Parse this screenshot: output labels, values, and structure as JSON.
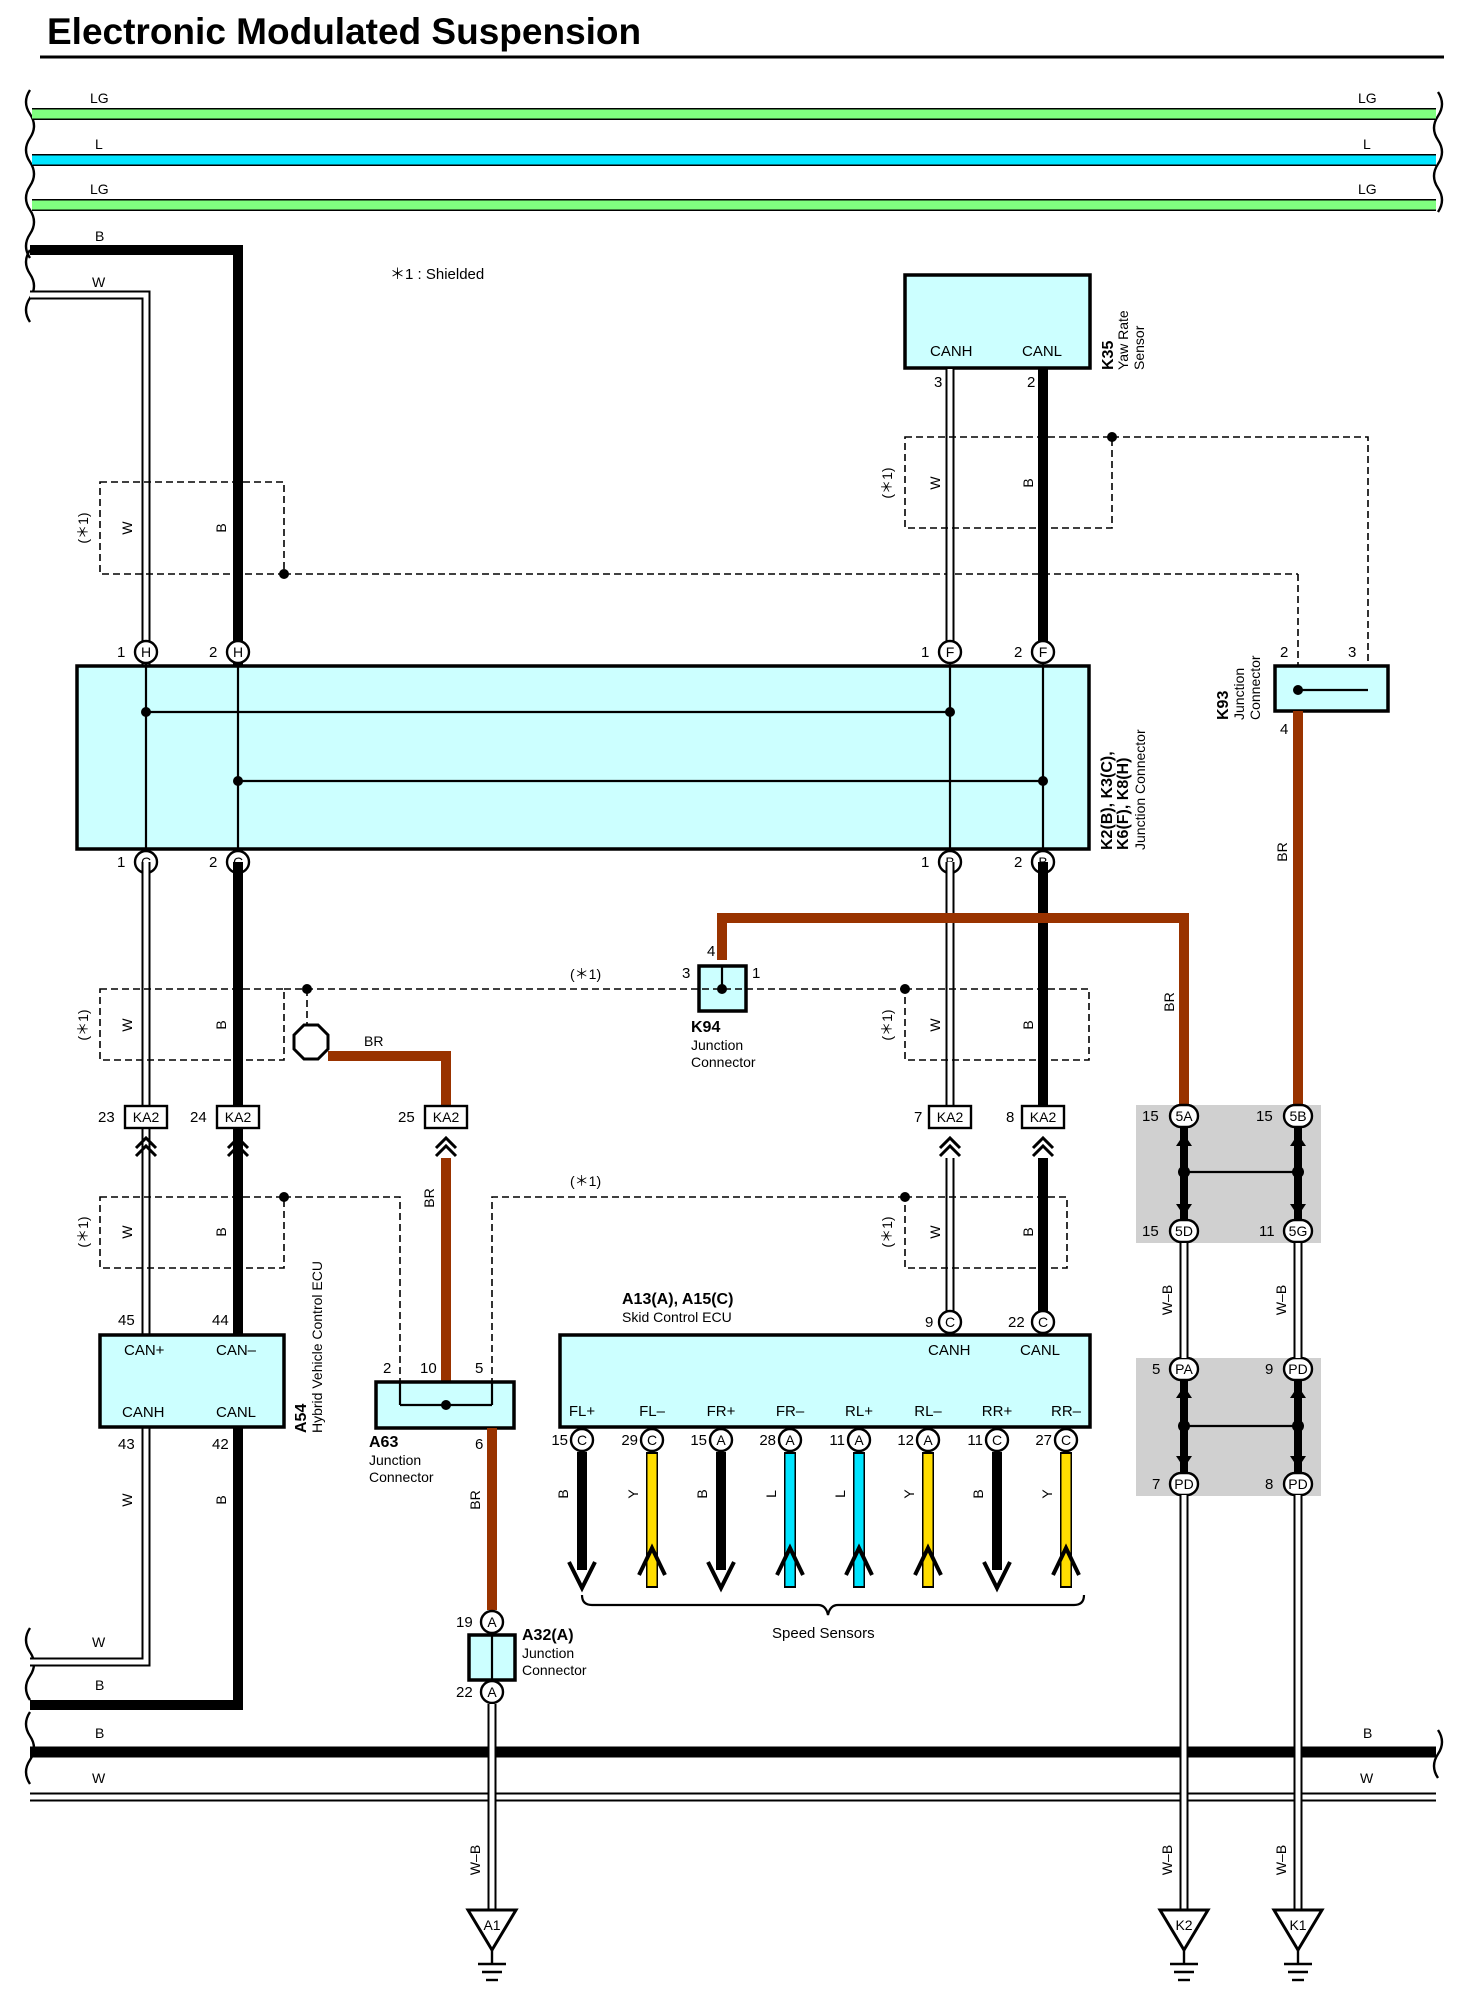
{
  "title": "Electronic Modulated Suspension",
  "legend_note": "＊1 : Shielded",
  "shield_label": "(＊1)",
  "colors": {
    "LG": "#80ff80",
    "L": "#00e5ff",
    "B": "#000000",
    "W": "#ffffff",
    "BR": "#993300",
    "Y": "#ffdd00",
    "box": "#ccffff"
  },
  "bus": {
    "lg": "LG",
    "l": "L",
    "b": "B",
    "w": "W"
  },
  "wires": {
    "w": "W",
    "b": "B",
    "br": "BR",
    "wb": "W–B",
    "y": "Y",
    "l": "L"
  },
  "k35": {
    "id": "K35",
    "name_1": "Yaw Rate",
    "name_2": "Sensor",
    "pin_canh": "CANH",
    "pin_canl": "CANL",
    "pin3": "3",
    "pin2": "2"
  },
  "junction_main": {
    "id_1": "K2(B), K3(C),",
    "id_2": "K6(F), K8(H)",
    "name": "Junction Connector",
    "top_pins": [
      {
        "n": "1",
        "c": "H"
      },
      {
        "n": "2",
        "c": "H"
      },
      {
        "n": "1",
        "c": "F"
      },
      {
        "n": "2",
        "c": "F"
      }
    ],
    "bottom_pins": [
      {
        "n": "1",
        "c": "C"
      },
      {
        "n": "2",
        "c": "C"
      },
      {
        "n": "1",
        "c": "B"
      },
      {
        "n": "2",
        "c": "B"
      }
    ]
  },
  "k93": {
    "id": "K93",
    "name_1": "Junction",
    "name_2": "Connector",
    "pin2": "2",
    "pin3": "3",
    "pin4": "4"
  },
  "k94": {
    "id": "K94",
    "name_1": "Junction",
    "name_2": "Connector",
    "pin4": "4",
    "pin3": "3",
    "pin1": "1"
  },
  "ka2": {
    "label": "KA2",
    "pins": [
      "23",
      "24",
      "25",
      "7",
      "8"
    ]
  },
  "a54": {
    "id": "A54",
    "name": "Hybrid Vehicle Control ECU",
    "can_plus": "CAN+",
    "can_minus": "CAN–",
    "canh": "CANH",
    "canl": "CANL",
    "pin45": "45",
    "pin44": "44",
    "pin43": "43",
    "pin42": "42"
  },
  "a63": {
    "id": "A63",
    "name_1": "Junction",
    "name_2": "Connector",
    "pin2": "2",
    "pin10": "10",
    "pin5": "5",
    "pin6": "6"
  },
  "skid": {
    "id": "A13(A), A15(C)",
    "name": "Skid Control ECU",
    "canh": "CANH",
    "canl": "CANL",
    "pin9": "9",
    "pin22": "22",
    "pin_c": "C",
    "sensors": [
      {
        "label": "FL+",
        "pin": "15",
        "c": "C",
        "color": "B"
      },
      {
        "label": "FL–",
        "pin": "29",
        "c": "C",
        "color": "Y"
      },
      {
        "label": "FR+",
        "pin": "15",
        "c": "A",
        "color": "B"
      },
      {
        "label": "FR–",
        "pin": "28",
        "c": "A",
        "color": "L"
      },
      {
        "label": "RL+",
        "pin": "11",
        "c": "A",
        "color": "L"
      },
      {
        "label": "RL–",
        "pin": "12",
        "c": "A",
        "color": "Y"
      },
      {
        "label": "RR+",
        "pin": "11",
        "c": "C",
        "color": "B"
      },
      {
        "label": "RR–",
        "pin": "27",
        "c": "C",
        "color": "Y"
      }
    ],
    "speed_sensors": "Speed Sensors"
  },
  "a32": {
    "id": "A32(A)",
    "name_1": "Junction",
    "name_2": "Connector",
    "pin19": "19",
    "pin22": "22",
    "c": "A"
  },
  "grounds": {
    "a1": "A1",
    "k2": "K2",
    "k1": "K1"
  },
  "right_connectors": {
    "c5a": "5A",
    "c5b": "5B",
    "c5d": "5D",
    "c5g": "5G",
    "pa": "PA",
    "pd": "PD",
    "n15": "15",
    "n11": "11",
    "n5": "5",
    "n9": "9",
    "n7": "7",
    "n8": "8"
  }
}
